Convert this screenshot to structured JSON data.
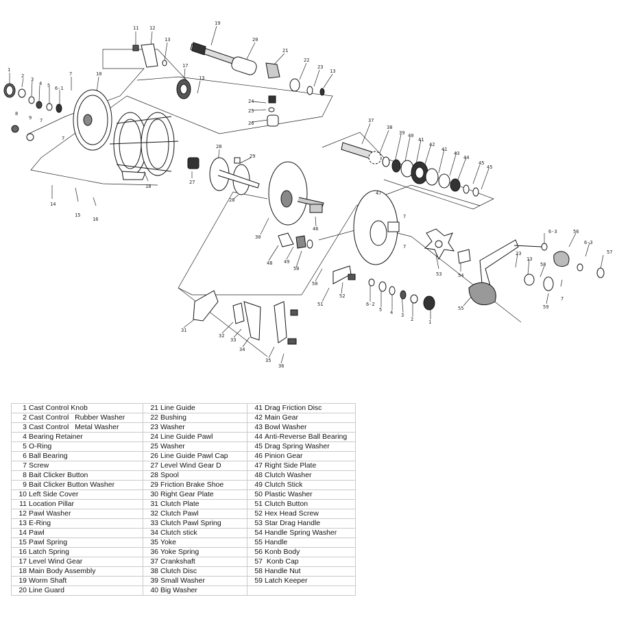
{
  "callouts": [
    "1",
    "2",
    "3",
    "4",
    "5",
    "6-1",
    "7",
    "7",
    "7",
    "8",
    "9",
    "10",
    "11",
    "12",
    "13",
    "19",
    "20",
    "21",
    "22",
    "23",
    "13",
    "17",
    "13",
    "24",
    "25",
    "26",
    "14",
    "15",
    "16",
    "18",
    "27",
    "28",
    "29",
    "28",
    "37",
    "38",
    "39",
    "40",
    "41",
    "42",
    "41",
    "43",
    "44",
    "45",
    "45",
    "30",
    "46",
    "47",
    "7",
    "7",
    "48",
    "49",
    "50",
    "50",
    "51",
    "52",
    "53",
    "54",
    "55",
    "6-3",
    "56",
    "6-3",
    "57",
    "23",
    "13",
    "58",
    "7",
    "59",
    "6-2",
    "5",
    "4",
    "3",
    "2",
    "1",
    "31",
    "32",
    "33",
    "34",
    "35",
    "36"
  ],
  "parts": [
    {
      "no": "1",
      "name": "Cast Control Knob"
    },
    {
      "no": "2",
      "name": "Cast Control   Rubber Washer"
    },
    {
      "no": "3",
      "name": "Cast Control   Metal Washer"
    },
    {
      "no": "4",
      "name": "Bearing Retainer"
    },
    {
      "no": "5",
      "name": "O-Ring"
    },
    {
      "no": "6",
      "name": "Ball Bearing"
    },
    {
      "no": "7",
      "name": "Screw"
    },
    {
      "no": "8",
      "name": "Bait Clicker Button"
    },
    {
      "no": "9",
      "name": "Bait Clicker Button Washer"
    },
    {
      "no": "10",
      "name": "Left Side Cover"
    },
    {
      "no": "11",
      "name": "Location Pillar"
    },
    {
      "no": "12",
      "name": "Pawl Washer"
    },
    {
      "no": "13",
      "name": "E-Ring"
    },
    {
      "no": "14",
      "name": "Pawl"
    },
    {
      "no": "15",
      "name": "Pawl Spring"
    },
    {
      "no": "16",
      "name": "Latch Spring"
    },
    {
      "no": "17",
      "name": "Level Wind Gear"
    },
    {
      "no": "18",
      "name": "Main Body Assembly"
    },
    {
      "no": "19",
      "name": "Worm Shaft"
    },
    {
      "no": "20",
      "name": "Line Guard"
    },
    {
      "no": "21",
      "name": "Line Guide"
    },
    {
      "no": "22",
      "name": "Bushing"
    },
    {
      "no": "23",
      "name": "Washer"
    },
    {
      "no": "24",
      "name": "Line Guide Pawl"
    },
    {
      "no": "25",
      "name": "Washer"
    },
    {
      "no": "26",
      "name": "Line Guide Pawl Cap"
    },
    {
      "no": "27",
      "name": "Level Wind Gear D"
    },
    {
      "no": "28",
      "name": "Spool"
    },
    {
      "no": "29",
      "name": "Friction Brake Shoe"
    },
    {
      "no": "30",
      "name": "Right Gear Plate"
    },
    {
      "no": "31",
      "name": "Clutch Plate"
    },
    {
      "no": "32",
      "name": "Clutch Pawl"
    },
    {
      "no": "33",
      "name": "Clutch Pawl Spring"
    },
    {
      "no": "34",
      "name": "Clutch stick"
    },
    {
      "no": "35",
      "name": "Yoke"
    },
    {
      "no": "36",
      "name": "Yoke Spring"
    },
    {
      "no": "37",
      "name": "Crankshaft"
    },
    {
      "no": "38",
      "name": "Clutch Disc"
    },
    {
      "no": "39",
      "name": "Small Washer"
    },
    {
      "no": "40",
      "name": "Big Washer"
    },
    {
      "no": "41",
      "name": "Drag Friction Disc"
    },
    {
      "no": "42",
      "name": "Main Gear"
    },
    {
      "no": "43",
      "name": "Bowl Washer"
    },
    {
      "no": "44",
      "name": "Anti-Reverse Ball Bearing"
    },
    {
      "no": "45",
      "name": "Drag Spring Washer"
    },
    {
      "no": "46",
      "name": "Pinion Gear"
    },
    {
      "no": "47",
      "name": "Right Side Plate"
    },
    {
      "no": "48",
      "name": "Clutch Washer"
    },
    {
      "no": "49",
      "name": "Clutch Stick"
    },
    {
      "no": "50",
      "name": "Plastic Washer"
    },
    {
      "no": "51",
      "name": "Clutch Button"
    },
    {
      "no": "52",
      "name": "Hex Head Screw"
    },
    {
      "no": "53",
      "name": "Star Drag Handle"
    },
    {
      "no": "54",
      "name": "Handle Spring Washer"
    },
    {
      "no": "55",
      "name": "Handle"
    },
    {
      "no": "56",
      "name": "Konb Body"
    },
    {
      "no": "57",
      "name": " Konb Cap"
    },
    {
      "no": "58",
      "name": "Handle Nut"
    },
    {
      "no": "59",
      "name": "Latch Keeper"
    }
  ]
}
